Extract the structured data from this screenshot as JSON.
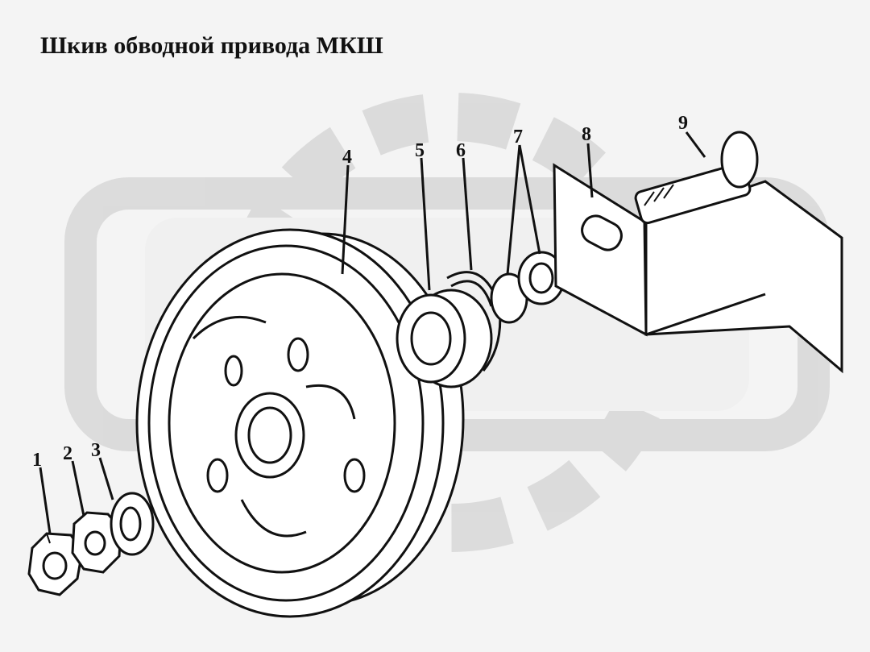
{
  "title": "Шкив обводной привода МКШ",
  "callouts": [
    "1",
    "2",
    "3",
    "4",
    "5",
    "6",
    "7",
    "8",
    "9"
  ],
  "colors": {
    "ink": "#111111",
    "background": "#f4f4f4",
    "watermark": "#c8c8c8"
  }
}
